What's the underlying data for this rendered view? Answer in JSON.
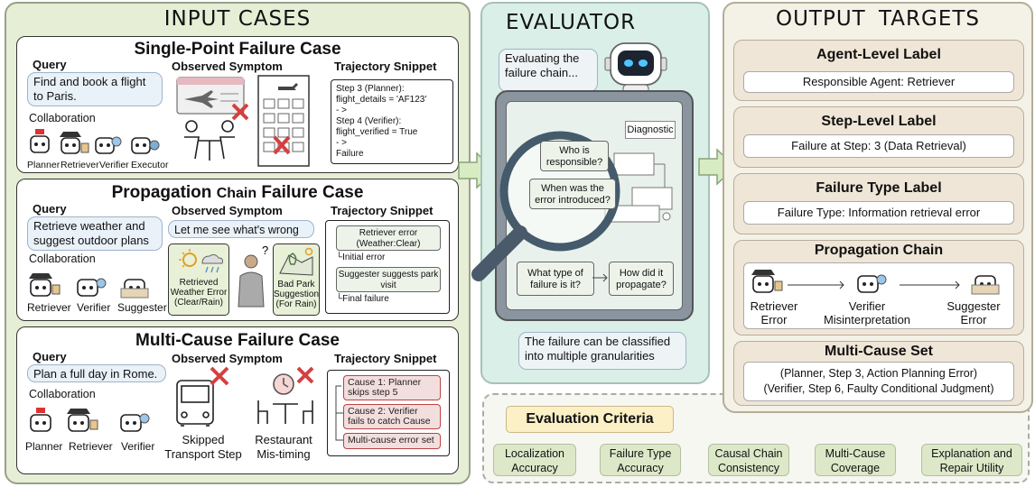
{
  "input": {
    "title": "INPUT CASES",
    "c1": {
      "title": "Single-Point Failure Case",
      "query": "Query",
      "query_text": "Find and book a flight to Paris.",
      "observed": "Observed Symptom",
      "traj": "Trajectory Snippet",
      "collab": "Collaboration",
      "agents": [
        "Planner",
        "Retriever",
        "Verifier",
        "Executor"
      ],
      "snippet": [
        "Step 3 (Planner):",
        "flight_details = 'AF123'",
        "- >",
        "Step 4 (Verifier):",
        "flight_verified = True",
        "- >",
        "Failure"
      ]
    },
    "c2": {
      "title_a": "Propagation",
      "title_b": "Chain",
      "title_c": "Failure Case",
      "query": "Query",
      "query_text": "Retrieve weather and suggest outdoor plans",
      "observed": "Observed Symptom",
      "observed_text": "Let me see what's wrong",
      "traj": "Trajectory Snippet",
      "collab": "Collaboration",
      "agents": [
        "Retriever",
        "Verifier",
        "Suggester"
      ],
      "weather_label": "Retrieved Weather Error (Clear/Rain)",
      "park_label": "Bad Park Suggestion (For Rain)",
      "box1": "Retriever error (Weather:Clear)",
      "initial": "Initial error",
      "box2": "Suggester suggests park visit",
      "final": "Final failure"
    },
    "c3": {
      "title": "Multi-Cause Failure Case",
      "query": "Query",
      "query_text": "Plan a full day in Rome.",
      "observed": "Observed Symptom",
      "traj": "Trajectory Snippet",
      "collab": "Collaboration",
      "agents": [
        "Planner",
        "Retriever",
        "Verifier"
      ],
      "sym1": "Skipped Transport Step",
      "sym2": "Restaurant Mis-timing",
      "cause1": "Cause 1: Planner skips step 5",
      "cause2": "Cause 2: Verifier fails to catch Cause",
      "cause3": "Multi-cause error set"
    }
  },
  "evaluator": {
    "title": "EVALUATOR",
    "bubble": "Evaluating the failure chain...",
    "diagnostic": "Diagnostic",
    "q1": "Who is responsible?",
    "q2": "When was the error introduced?",
    "q3": "What type of failure is it?",
    "q4": "How did it propagate?",
    "bottom": "The failure can be classified into multiple granularities"
  },
  "criteria": {
    "title": "Evaluation Criteria",
    "items": [
      "Localization Accuracy",
      "Failure Type Accuracy",
      "Causal Chain Consistency",
      "Multi-Cause Coverage",
      "Explanation and Repair Utility"
    ]
  },
  "output": {
    "title": "OUTPUT TARGETS",
    "agent": {
      "title": "Agent-Level Label",
      "value": "Responsible Agent: Retriever"
    },
    "step": {
      "title": "Step-Level Label",
      "value": "Failure at Step: 3 (Data Retrieval)"
    },
    "type": {
      "title": "Failure Type Label",
      "value": "Failure Type: Information retrieval error"
    },
    "chain": {
      "title": "Propagation Chain",
      "n1": "Retriever Error",
      "n2": "Verifier Misinterpretation",
      "n3": "Suggester Error"
    },
    "multi": {
      "title": "Multi-Cause Set",
      "l1": "(Planner, Step 3, Action Planning Error)",
      "l2": "(Verifier, Step 6, Faulty Conditional Judgment)"
    }
  },
  "colors": {
    "input_bg": "#e6eed6",
    "eval_bg": "#d9efe7",
    "output_bg": "#f4f1e6",
    "red": "#d44040"
  }
}
